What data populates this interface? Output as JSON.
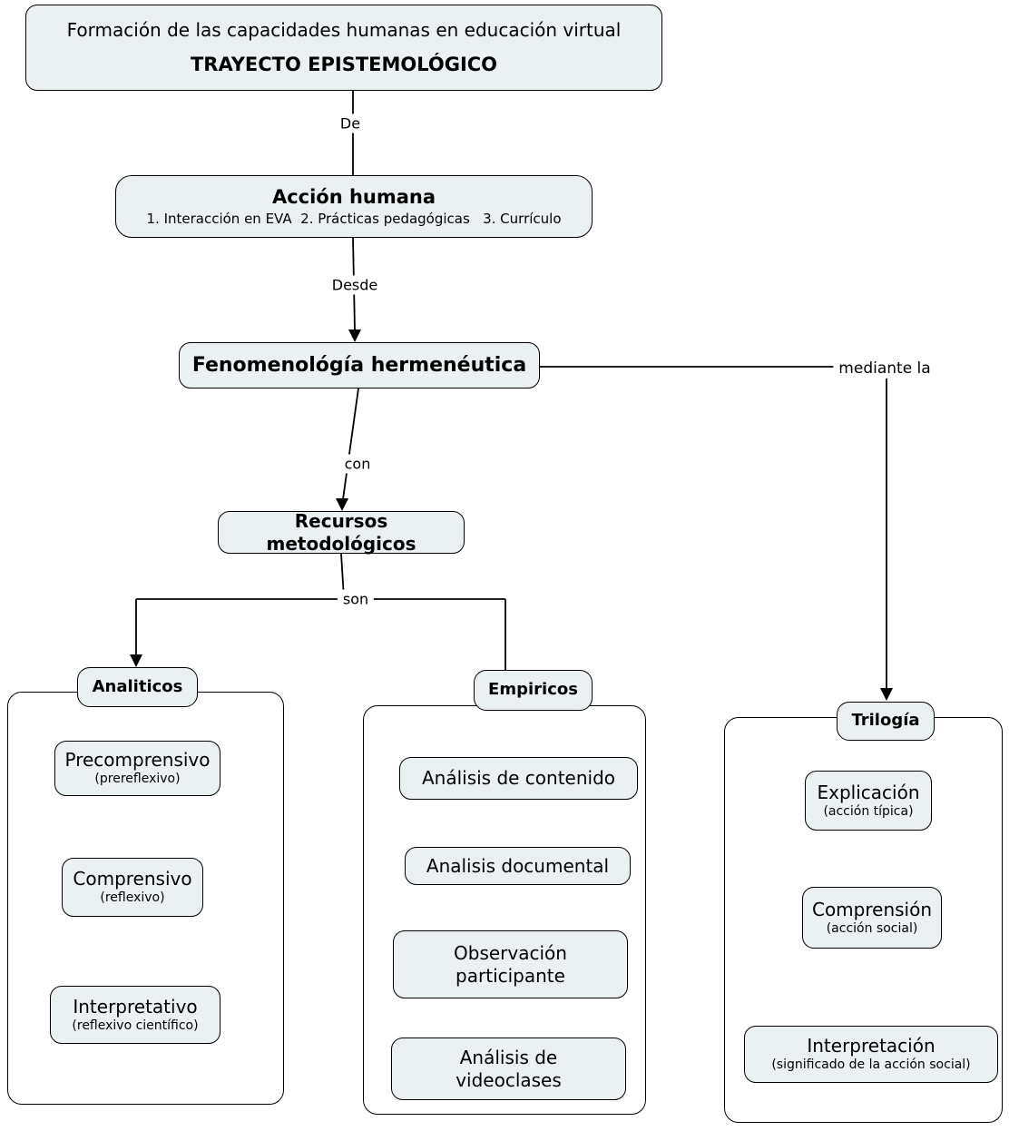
{
  "root": {
    "line1": "Formación de las capacidades humanas en educación virtual",
    "line2": "TRAYECTO EPISTEMOLÓGICO"
  },
  "accion": {
    "title": "Acción humana",
    "subtitle": "1. Interacción en EVA  2. Prácticas pedagógicas   3. Currículo"
  },
  "fenomenologia": {
    "label": "Fenomenológía hermenéutica"
  },
  "recursos": {
    "label": "Recursos metodológicos"
  },
  "edges": {
    "de": "De",
    "desde": "Desde",
    "con": "con",
    "son": "son",
    "mediante": "mediante la"
  },
  "groups": {
    "analiticos": {
      "title": "Analiticos",
      "items": [
        {
          "main": "Precomprensivo",
          "sub": "(prereflexivo)"
        },
        {
          "main": "Comprensivo",
          "sub": "(reflexivo)"
        },
        {
          "main": "Interpretativo",
          "sub": "(reflexivo científico)"
        }
      ]
    },
    "empiricos": {
      "title": "Empiricos",
      "items": [
        {
          "main": "Análisis de contenido"
        },
        {
          "main": "Analisis documental"
        },
        {
          "main": "Observación participante"
        },
        {
          "main": "Análisis de videoclases"
        }
      ]
    },
    "trilogia": {
      "title": "Trilogía",
      "items": [
        {
          "main": "Explicación",
          "sub": "(acción típica)"
        },
        {
          "main": "Comprensión",
          "sub": "(acción social)"
        },
        {
          "main": "Interpretación",
          "sub": "(significado de la acción social)"
        }
      ]
    }
  },
  "colors": {
    "box_fill": "#ebf1f3",
    "box_border": "#000000",
    "background": "#ffffff"
  }
}
